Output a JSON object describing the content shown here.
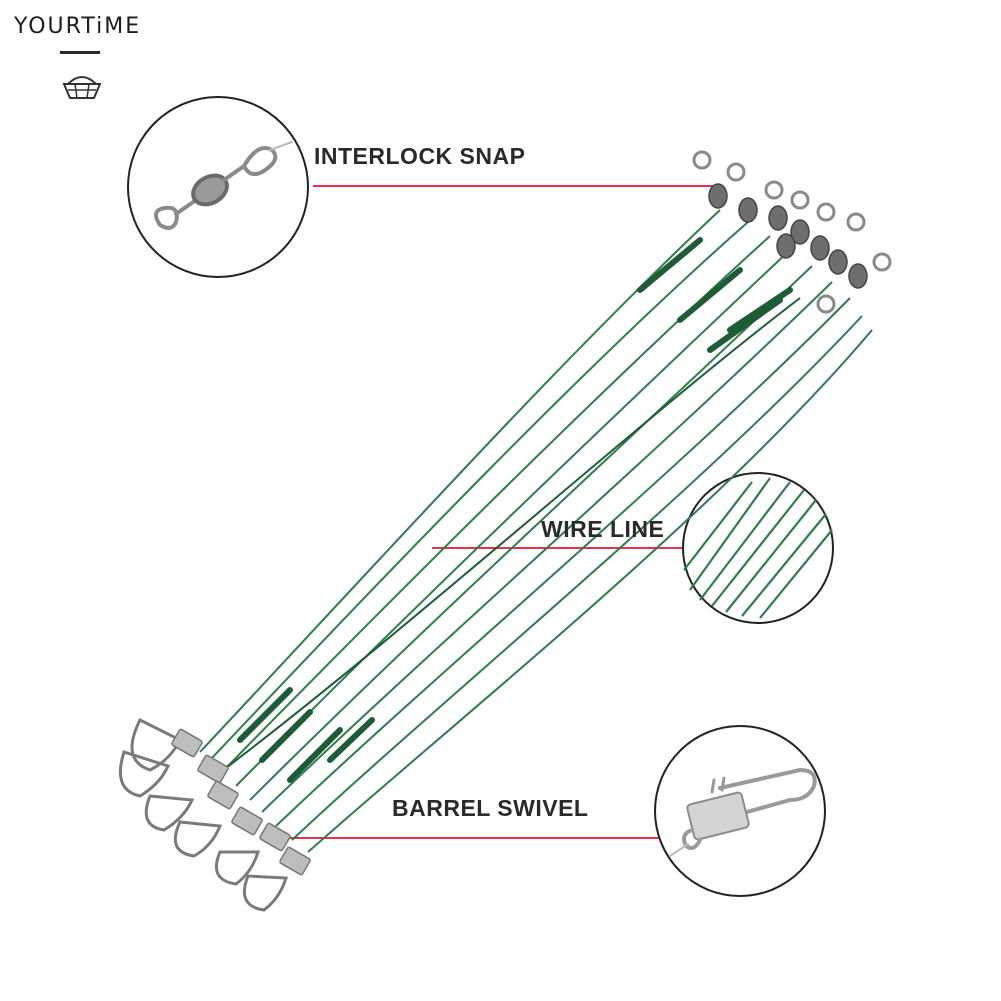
{
  "brand": {
    "name": "YOURTiME",
    "logo_icon": "basket-icon"
  },
  "callouts": [
    {
      "label": "INTERLOCK SNAP",
      "icon": "barrel-swivel-closeup"
    },
    {
      "label": "WIRE LINE",
      "icon": "wire-line-closeup"
    },
    {
      "label": "BARREL SWIVEL",
      "icon": "interlock-snap-closeup"
    }
  ],
  "colors": {
    "leader_line": "#e8304e",
    "wire_green": "#2e7d4a",
    "wire_dark": "#1d5c35",
    "metal": "#8a8a8a",
    "text": "#2a2a2a"
  }
}
